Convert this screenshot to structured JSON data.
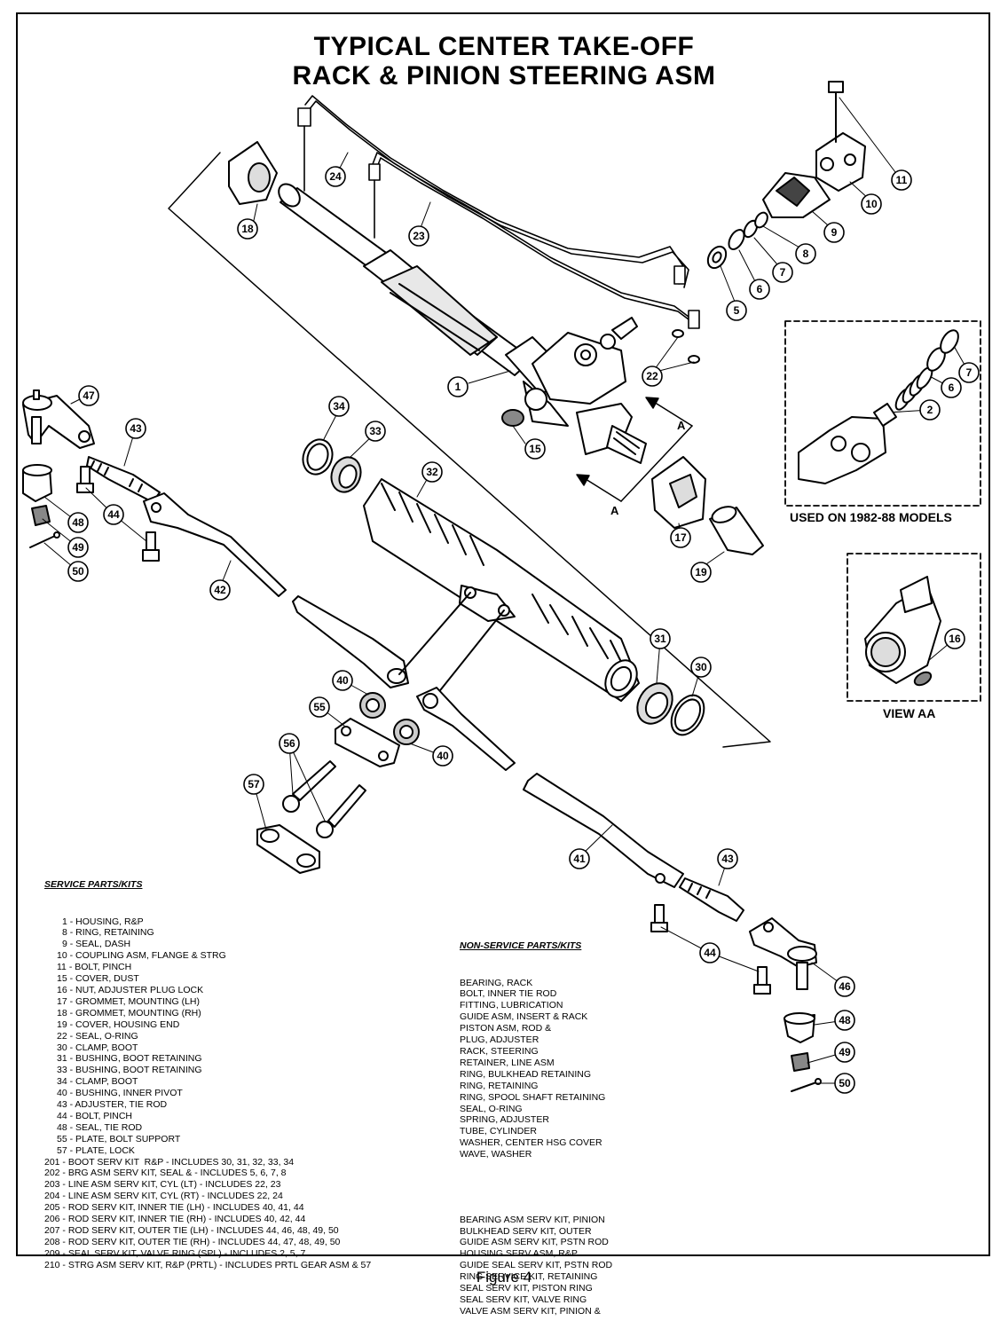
{
  "title": {
    "line1": "TYPICAL CENTER TAKE-OFF",
    "line2": "RACK & PINION STEERING ASM"
  },
  "callouts": [
    "1",
    "2",
    "5",
    "6",
    "7",
    "8",
    "9",
    "10",
    "11",
    "15",
    "16",
    "17",
    "18",
    "19",
    "22",
    "23",
    "24",
    "30",
    "31",
    "32",
    "33",
    "34",
    "40",
    "41",
    "42",
    "43",
    "44",
    "46",
    "47",
    "48",
    "49",
    "50",
    "55",
    "56",
    "57"
  ],
  "inset_labels": {
    "used_on": "USED ON 1982-88 MODELS",
    "view": "VIEW AA",
    "section_a": "A"
  },
  "service_parts": {
    "header": "SERVICE PARTS/KITS",
    "items": [
      "1 - HOUSING, R&P",
      "8 - RING, RETAINING",
      "9 - SEAL, DASH",
      "10 - COUPLING ASM, FLANGE & STRG",
      "11 - BOLT, PINCH",
      "15 - COVER, DUST",
      "16 - NUT, ADJUSTER PLUG LOCK",
      "17 - GROMMET, MOUNTING (LH)",
      "18 - GROMMET, MOUNTING (RH)",
      "19 - COVER, HOUSING END",
      "22 - SEAL, O-RING",
      "30 - CLAMP, BOOT",
      "31 - BUSHING, BOOT RETAINING",
      "33 - BUSHING, BOOT RETAINING",
      "34 - CLAMP, BOOT",
      "40 - BUSHING, INNER PIVOT",
      "43 - ADJUSTER, TIE ROD",
      "44 - BOLT, PINCH",
      "48 - SEAL, TIE ROD",
      "55 - PLATE, BOLT SUPPORT",
      "57 - PLATE, LOCK",
      "201 - BOOT SERV KIT  R&P - INCLUDES 30, 31, 32, 33, 34",
      "202 - BRG ASM SERV KIT, SEAL & - INCLUDES 5, 6, 7, 8",
      "203 - LINE ASM SERV KIT, CYL (LT) - INCLUDES 22, 23",
      "204 - LINE ASM SERV KIT, CYL (RT) - INCLUDES 22, 24",
      "205 - ROD SERV KIT, INNER TIE (LH) - INCLUDES 40, 41, 44",
      "206 - ROD SERV KIT, INNER TIE (RH) - INCLUDES 40, 42, 44",
      "207 - ROD SERV KIT, OUTER TIE (LH) - INCLUDES 44, 46, 48, 49, 50",
      "208 - ROD SERV KIT, OUTER TIE (RH) - INCLUDES 44, 47, 48, 49, 50",
      "209 - SEAL SERV KIT, VALVE RING (SPL) - INCLUDES 2, 5, 7",
      "210 - STRG ASM SERV KIT, R&P (PRTL) - INCLUDES PRTL GEAR ASM & 57"
    ]
  },
  "non_service_parts": {
    "header": "NON-SERVICE PARTS/KITS",
    "group1": [
      "BEARING, RACK",
      "BOLT, INNER TIE ROD",
      "FITTING, LUBRICATION",
      "GUIDE ASM, INSERT & RACK",
      "PISTON ASM, ROD &",
      "PLUG, ADJUSTER",
      "RACK, STEERING",
      "RETAINER, LINE ASM",
      "RING, BULKHEAD RETAINING",
      "RING, RETAINING",
      "RING, SPOOL SHAFT RETAINING",
      "SEAL, O-RING",
      "SPRING, ADJUSTER",
      "TUBE, CYLINDER",
      "WASHER, CENTER HSG COVER",
      "WAVE, WASHER"
    ],
    "group2": [
      "BEARING ASM SERV KIT, PINION",
      "BULKHEAD SERV KIT, OUTER",
      "GUIDE ASM SERV KIT, PSTN ROD",
      "HOUSING SERV ASM, R&P",
      "GUIDE SEAL SERV KIT, PSTN ROD",
      "RING SERVICE KIT, RETAINING",
      "SEAL SERV KIT, PISTON RING",
      "SEAL SERV KIT, VALVE RING",
      "VALVE ASM SERV KIT, PINION &"
    ]
  },
  "caption": "Figure 4",
  "colors": {
    "ink": "#000000",
    "paper": "#ffffff",
    "shade": "#bdbdbd"
  }
}
